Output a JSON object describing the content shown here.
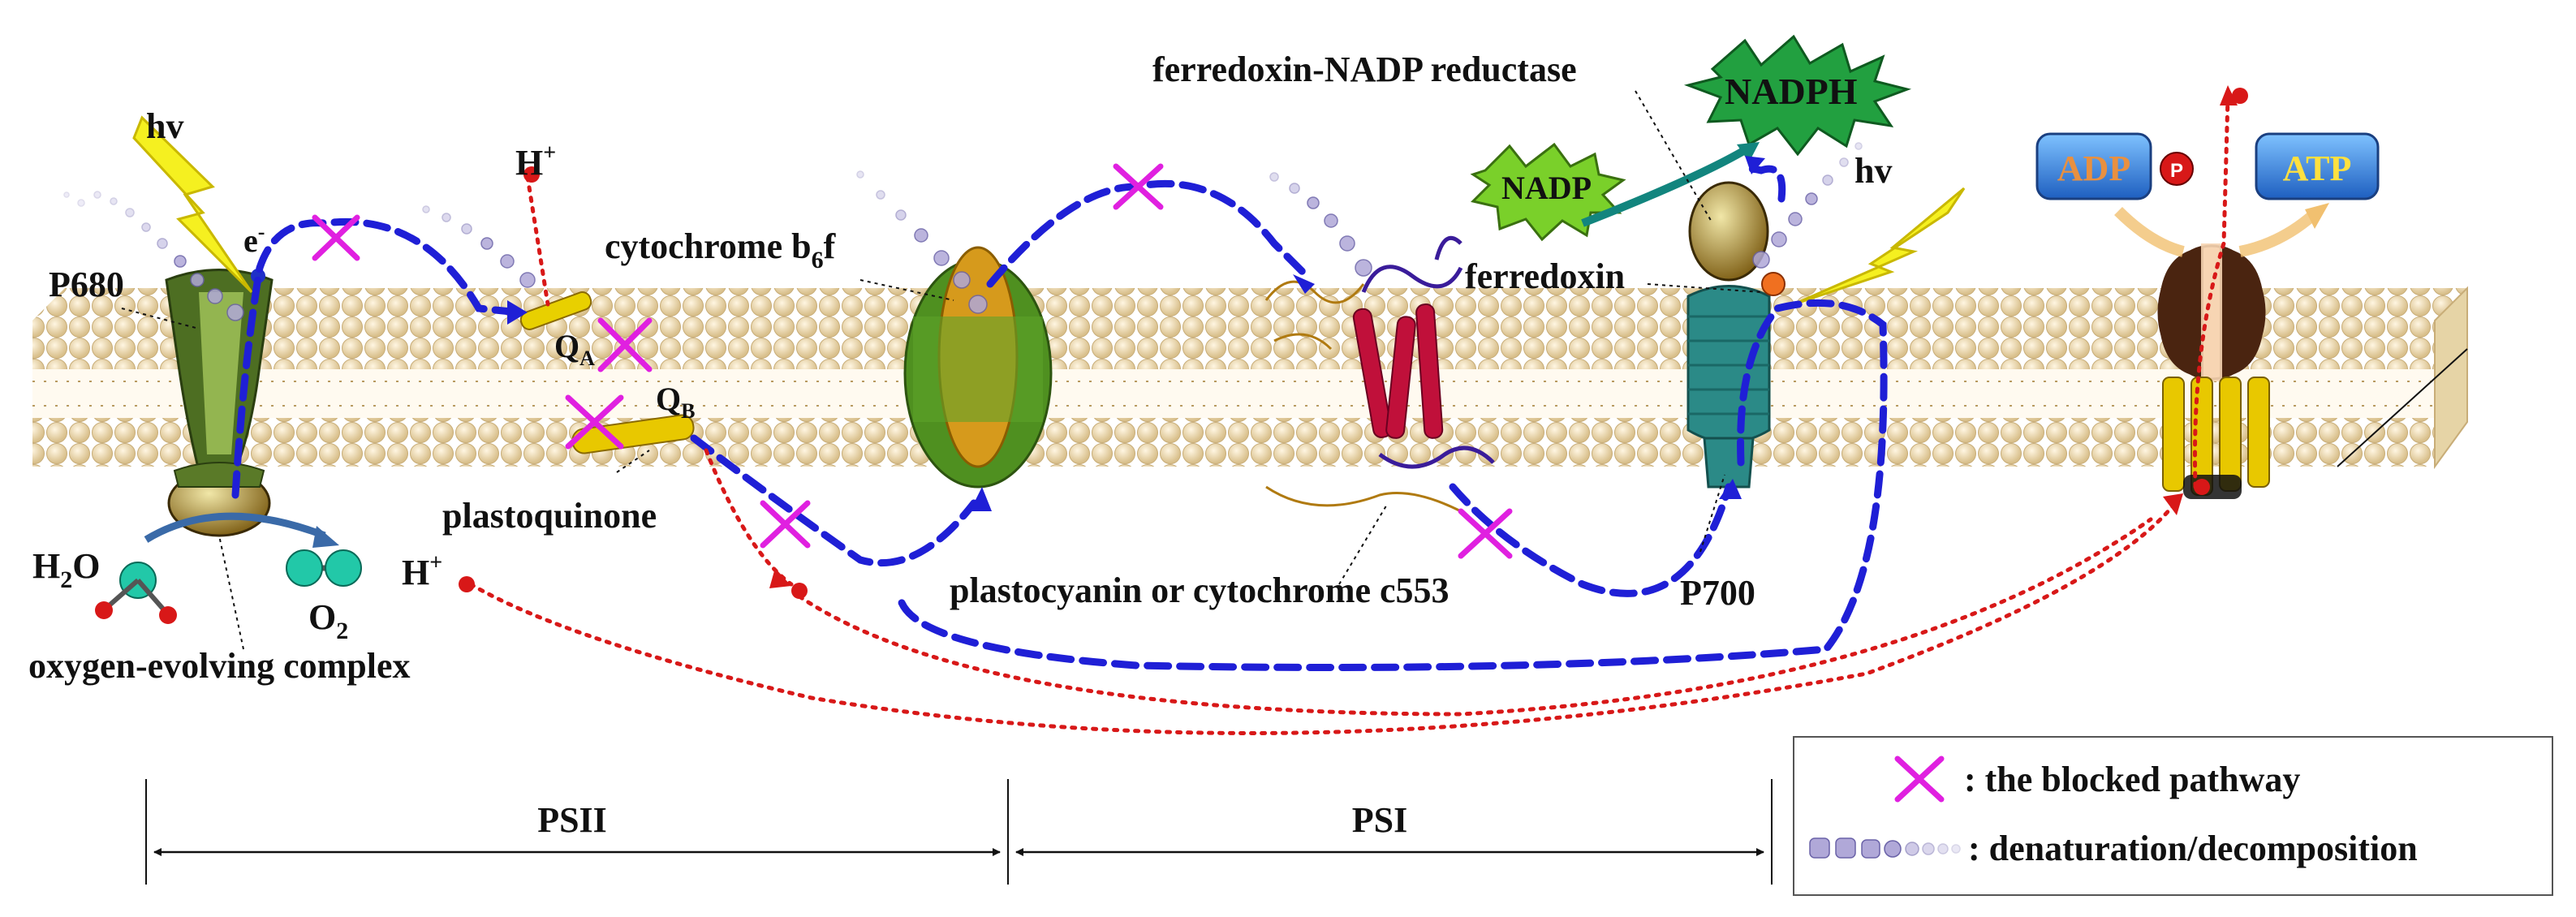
{
  "labels": {
    "hv_left": "hv",
    "hv_right": "hv",
    "electron": "e",
    "electron_sup": "-",
    "p680": "P680",
    "h_plus_top": "H",
    "h_plus_top_sup": "+",
    "h_plus_bottom": "H",
    "h_plus_bottom_sup": "+",
    "qa": "Q",
    "qa_sub": "A",
    "qb": "Q",
    "qb_sub": "B",
    "cytochrome": "cytochrome b",
    "cytochrome_sub": "6",
    "cytochrome_end": "f",
    "plastoquinone": "plastoquinone",
    "h2o": "H",
    "h2o_sub": "2",
    "h2o_end": "O",
    "o2": "O",
    "o2_sub": "2",
    "oec": "oxygen-evolving complex",
    "plastocyanin": "plastocyanin or cytochrome c553",
    "fnr": "ferredoxin-NADP reductase",
    "nadph": "NADPH",
    "nadp": "NADP",
    "ferredoxin": "ferredoxin",
    "p700": "P700",
    "adp": "ADP",
    "phosphate": "P",
    "atp": "ATP",
    "psii": "PSII",
    "psi": "PSI"
  },
  "legend": {
    "blocked": ": the blocked pathway",
    "denaturation": ": denaturation/decomposition"
  },
  "colors": {
    "electron_path": "#1f1fd6",
    "proton_path": "#d81818",
    "blocked_mark": "#e020e0",
    "membrane_head": "#e8d4a6",
    "psii_complex": "#5a7a28",
    "psi_complex": "#2b8a87",
    "cytb6f": "#d69a1c",
    "plastocyanin": "#c0103a",
    "atp_synthase": "#4a2410",
    "badge_blue": "#2a7ad8",
    "adp_text": "#e89040",
    "atp_text": "#ffe040",
    "nadph_burst": "#22a040"
  }
}
